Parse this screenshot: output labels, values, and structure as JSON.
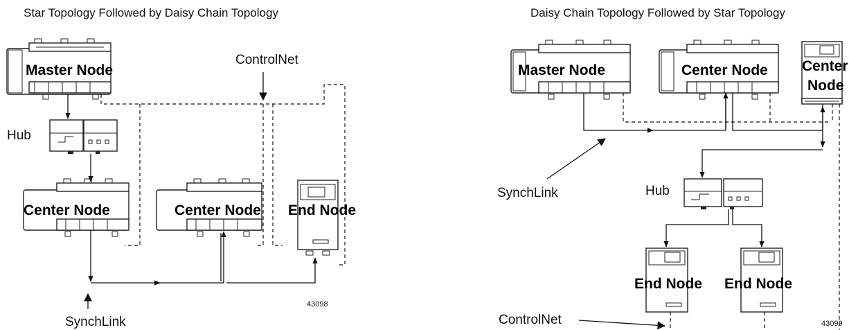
{
  "left": {
    "title": "Star Topology Followed by Daisy Chain Topology",
    "controlnet_label": "ControlNet",
    "hub_label": "Hub",
    "synchlink_label": "SynchLink",
    "master_node": "Master Node",
    "center_node_1": "Center Node",
    "center_node_2": "Center Node",
    "end_node": "End Node",
    "figure_number": "43098"
  },
  "right": {
    "title": "Daisy Chain Topology Followed by Star Topology",
    "master_node": "Master Node",
    "center_node_1": "Center Node",
    "center_node_2_line1": "Center",
    "center_node_2_line2": "Node",
    "synchlink_label": "SynchLink",
    "hub_label": "Hub",
    "end_node_1": "End Node",
    "end_node_2": "End Node",
    "controlnet_label": "ControlNet",
    "figure_number": "43099"
  }
}
